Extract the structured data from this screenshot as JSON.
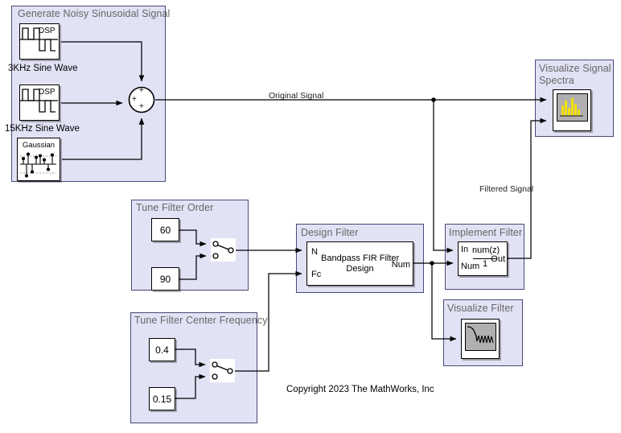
{
  "diagram": {
    "type": "simulink-model",
    "background": "#ffffff",
    "subsystem_fill": "#e2e2f5",
    "subsystem_border": "#4a4a7a",
    "title_color": "#666666"
  },
  "areas": [
    {
      "name": "generate-noisy-sinusoidal-signal",
      "title": "Generate Noisy Sinusoidal Signal"
    },
    {
      "name": "visualize-signal-spectra",
      "title": "Visualize Signal Spectra"
    },
    {
      "name": "tune-filter-order",
      "title": "Tune Filter Order"
    },
    {
      "name": "design-filter",
      "title": "Design Filter"
    },
    {
      "name": "implement-filter",
      "title": "Implement Filter"
    },
    {
      "name": "visualize-filter",
      "title": "Visualize Filter"
    },
    {
      "name": "tune-filter-center-frequency",
      "title": "Tune Filter Center Frequency"
    }
  ],
  "blocks": {
    "sine1": {
      "label": "3KHz Sine Wave",
      "icon_text": "DSP"
    },
    "sine2": {
      "label": "15KHz Sine Wave",
      "icon_text": "DSP"
    },
    "noise": {
      "icon_text": "Gaussian"
    },
    "sum": {
      "signs": [
        "+",
        "+",
        "+"
      ]
    },
    "spectrum_analyzer": {
      "icon": "spectrum-bars-icon"
    },
    "filter_visualizer": {
      "icon": "filter-response-icon"
    },
    "const_order_a": {
      "value": "60"
    },
    "const_order_b": {
      "value": "90"
    },
    "const_fc_a": {
      "value": "0.4"
    },
    "const_fc_b": {
      "value": "0.15"
    },
    "switch_order": {
      "name": "manual-switch-order"
    },
    "switch_fc": {
      "name": "manual-switch-center-frequency"
    },
    "design_filter": {
      "title_line1": "Bandpass FIR Filter",
      "title_line2": "Design",
      "in_ports": [
        "N",
        "Fc"
      ],
      "out_ports": [
        "Num"
      ]
    },
    "discrete_filter": {
      "numerator": "num(z)",
      "denominator": "1",
      "in_ports": [
        "In",
        "Num"
      ],
      "out_ports": [
        "Out"
      ]
    }
  },
  "signal_labels": [
    {
      "name": "original-signal-label",
      "text": "Original Signal"
    },
    {
      "name": "filtered-signal-label",
      "text": "Filtered Signal"
    }
  ],
  "footer": {
    "copyright": "Copyright 2023 The MathWorks, Inc"
  }
}
